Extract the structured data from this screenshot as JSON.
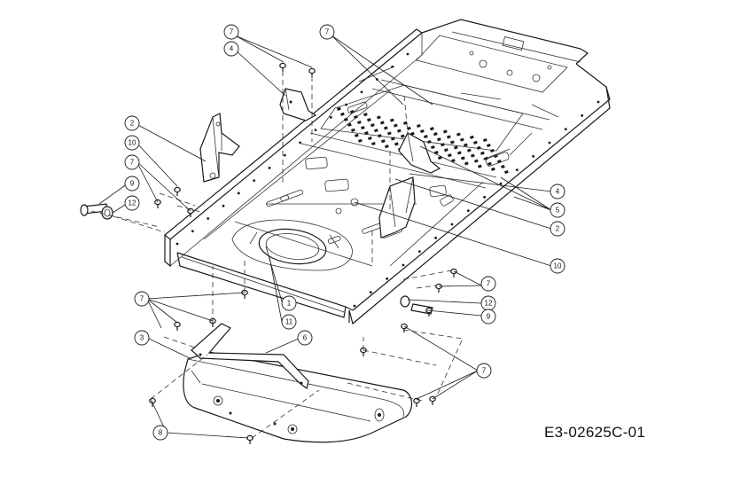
{
  "drawing_code": "E3-02625C-01",
  "callouts": [
    {
      "id": "c1",
      "label": "7"
    },
    {
      "id": "c2",
      "label": "4"
    },
    {
      "id": "c3",
      "label": "7"
    },
    {
      "id": "c4",
      "label": "2"
    },
    {
      "id": "c5",
      "label": "10"
    },
    {
      "id": "c6",
      "label": "7"
    },
    {
      "id": "c7",
      "label": "9"
    },
    {
      "id": "c8",
      "label": "12"
    },
    {
      "id": "c9",
      "label": "5"
    },
    {
      "id": "c10",
      "label": "4"
    },
    {
      "id": "c11",
      "label": "2"
    },
    {
      "id": "c12",
      "label": "10"
    },
    {
      "id": "c13",
      "label": "7"
    },
    {
      "id": "c14",
      "label": "12"
    },
    {
      "id": "c15",
      "label": "9"
    },
    {
      "id": "c16",
      "label": "7"
    },
    {
      "id": "c17",
      "label": "1"
    },
    {
      "id": "c18",
      "label": "11"
    },
    {
      "id": "c19",
      "label": "3"
    },
    {
      "id": "c20",
      "label": "6"
    },
    {
      "id": "c21",
      "label": "7"
    },
    {
      "id": "c22",
      "label": "8"
    }
  ]
}
